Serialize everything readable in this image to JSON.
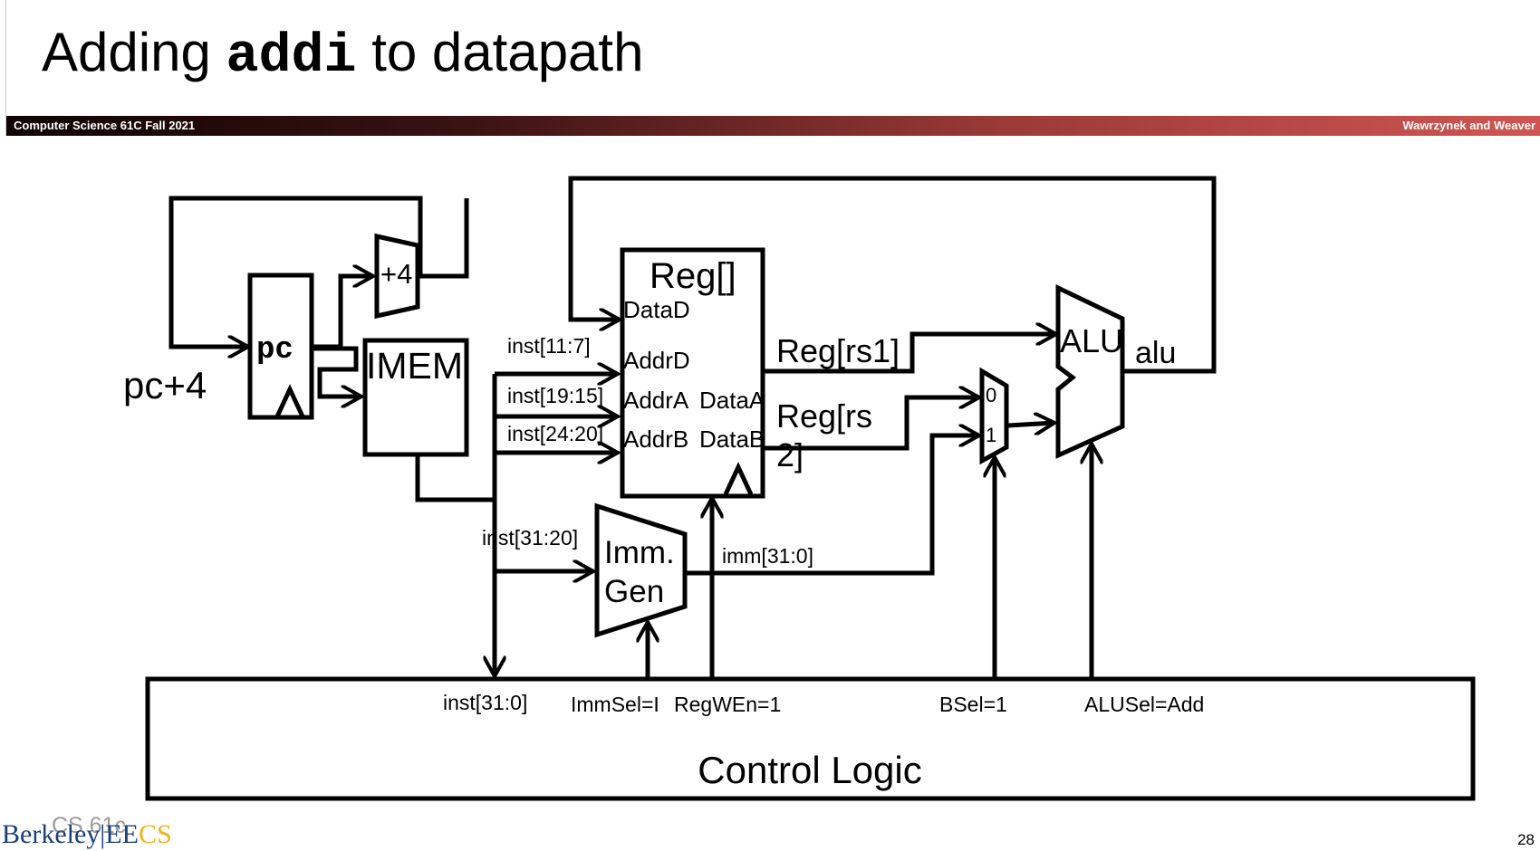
{
  "slide": {
    "title_prefix": "Adding ",
    "title_code": "addi",
    "title_suffix": " to datapath",
    "banner_left": "Computer Science 61C Fall 2021",
    "banner_right": "Wawrzynek and Weaver",
    "footer_course": "CS 61c",
    "footer_logo_berkeley": "Berkeley",
    "footer_logo_sep": "|",
    "footer_logo_ee": "EE",
    "footer_logo_cs": "CS",
    "page_number": "28",
    "colors": {
      "banner_dark": "#0f0303",
      "banner_light": "#d05552",
      "logo_blue": "#1c3f7a",
      "logo_gold": "#f2b01e"
    }
  },
  "diagram": {
    "pc_plus4_label": "pc+4",
    "pc_label": "pc",
    "adder_label": "+4",
    "imem_label": "IMEM",
    "regfile": {
      "title": "Reg[]",
      "port_datad": "DataD",
      "port_addrd": "AddrD",
      "port_addra": "AddrA",
      "port_addrb": "AddrB",
      "port_dataa": "DataA",
      "port_datab": "DataB"
    },
    "inst_11_7": "inst[11:7]",
    "inst_19_15": "inst[19:15]",
    "inst_24_20": "inst[24:20]",
    "inst_31_20": "inst[31:20]",
    "inst_31_0": "inst[31:0]",
    "reg_rs1": "Reg[rs1]",
    "reg_rs2_line1": "Reg[rs",
    "reg_rs2_line2": "2]",
    "immgen_line1": "Imm.",
    "immgen_line2": "Gen",
    "imm_label": "imm[31:0]",
    "mux_in0": "0",
    "mux_in1": "1",
    "alu_label": "ALU",
    "alu_out": "alu",
    "control_logic": "Control Logic",
    "immsel": "ImmSel=I",
    "regwen": "RegWEn=1",
    "bsel": "BSel=1",
    "alusel": "ALUSel=Add"
  }
}
